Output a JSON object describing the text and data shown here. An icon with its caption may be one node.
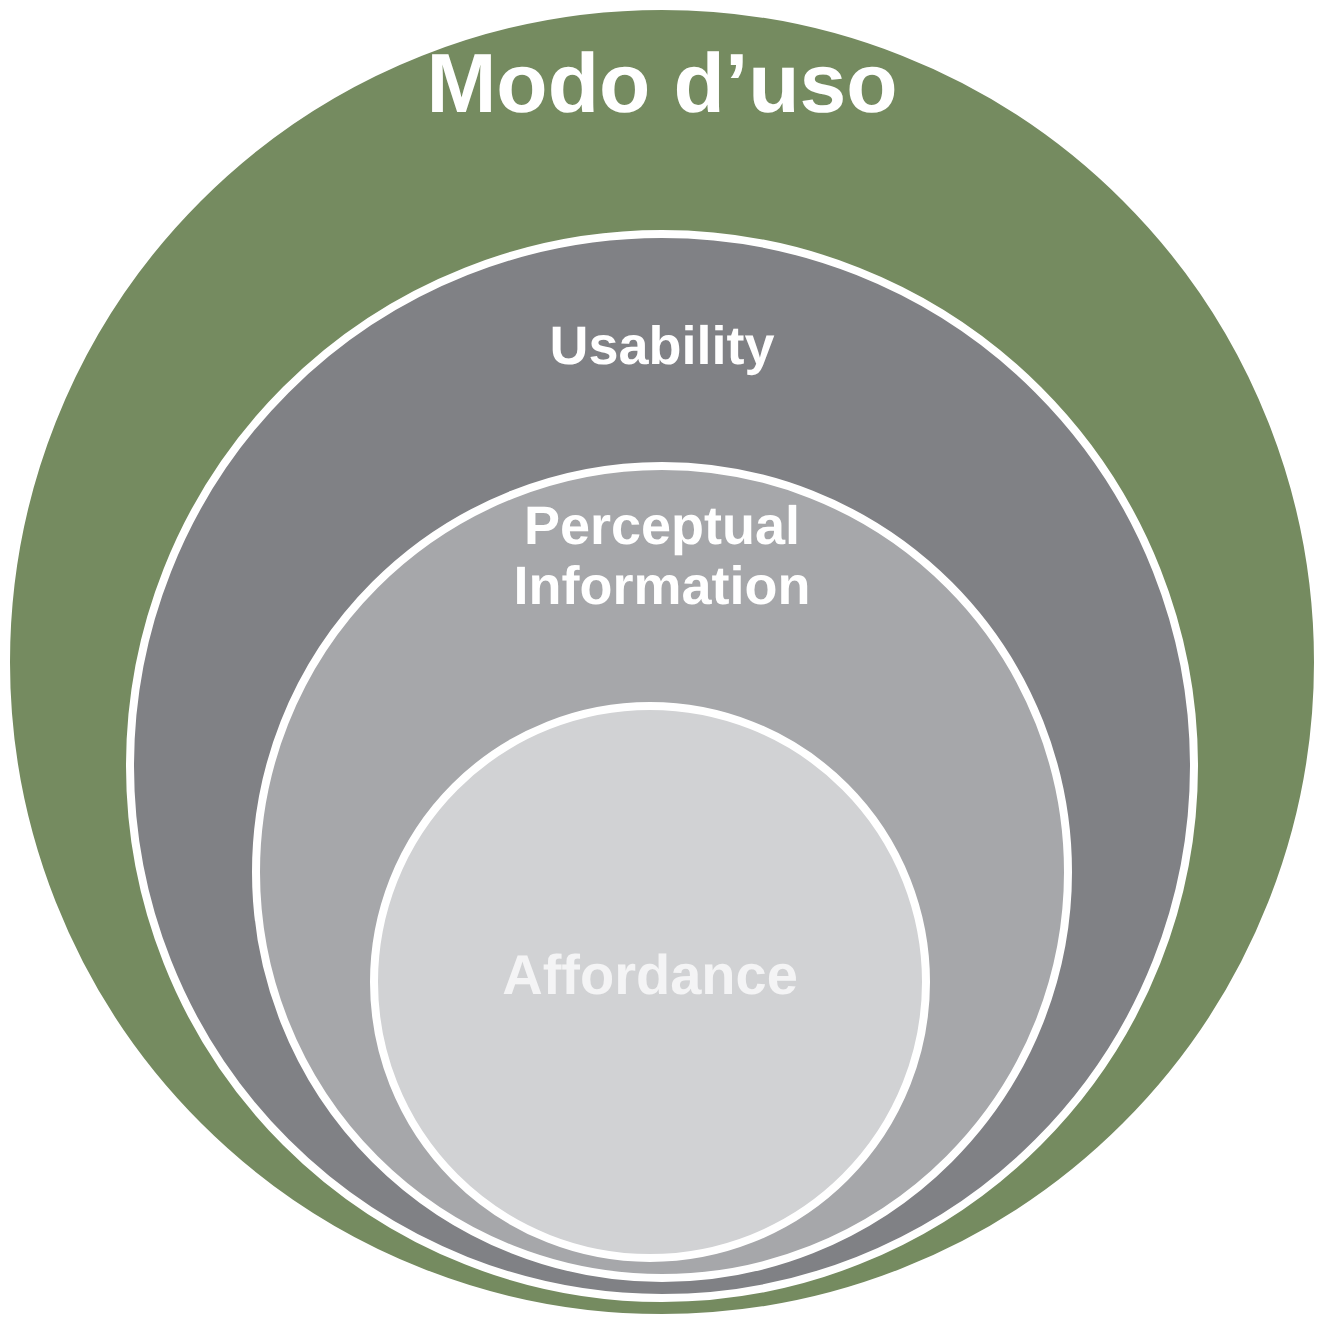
{
  "diagram": {
    "nodes": [
      {
        "text": [
          "Modo d’uso"
        ]
      },
      {
        "text": [
          "Usability"
        ],
        "in": 0
      },
      {
        "text": [
          "Perceptual Information"
        ],
        "in": 1
      },
      {
        "text": [
          "Affordance"
        ],
        "in": 2
      }
    ]
  }
}
